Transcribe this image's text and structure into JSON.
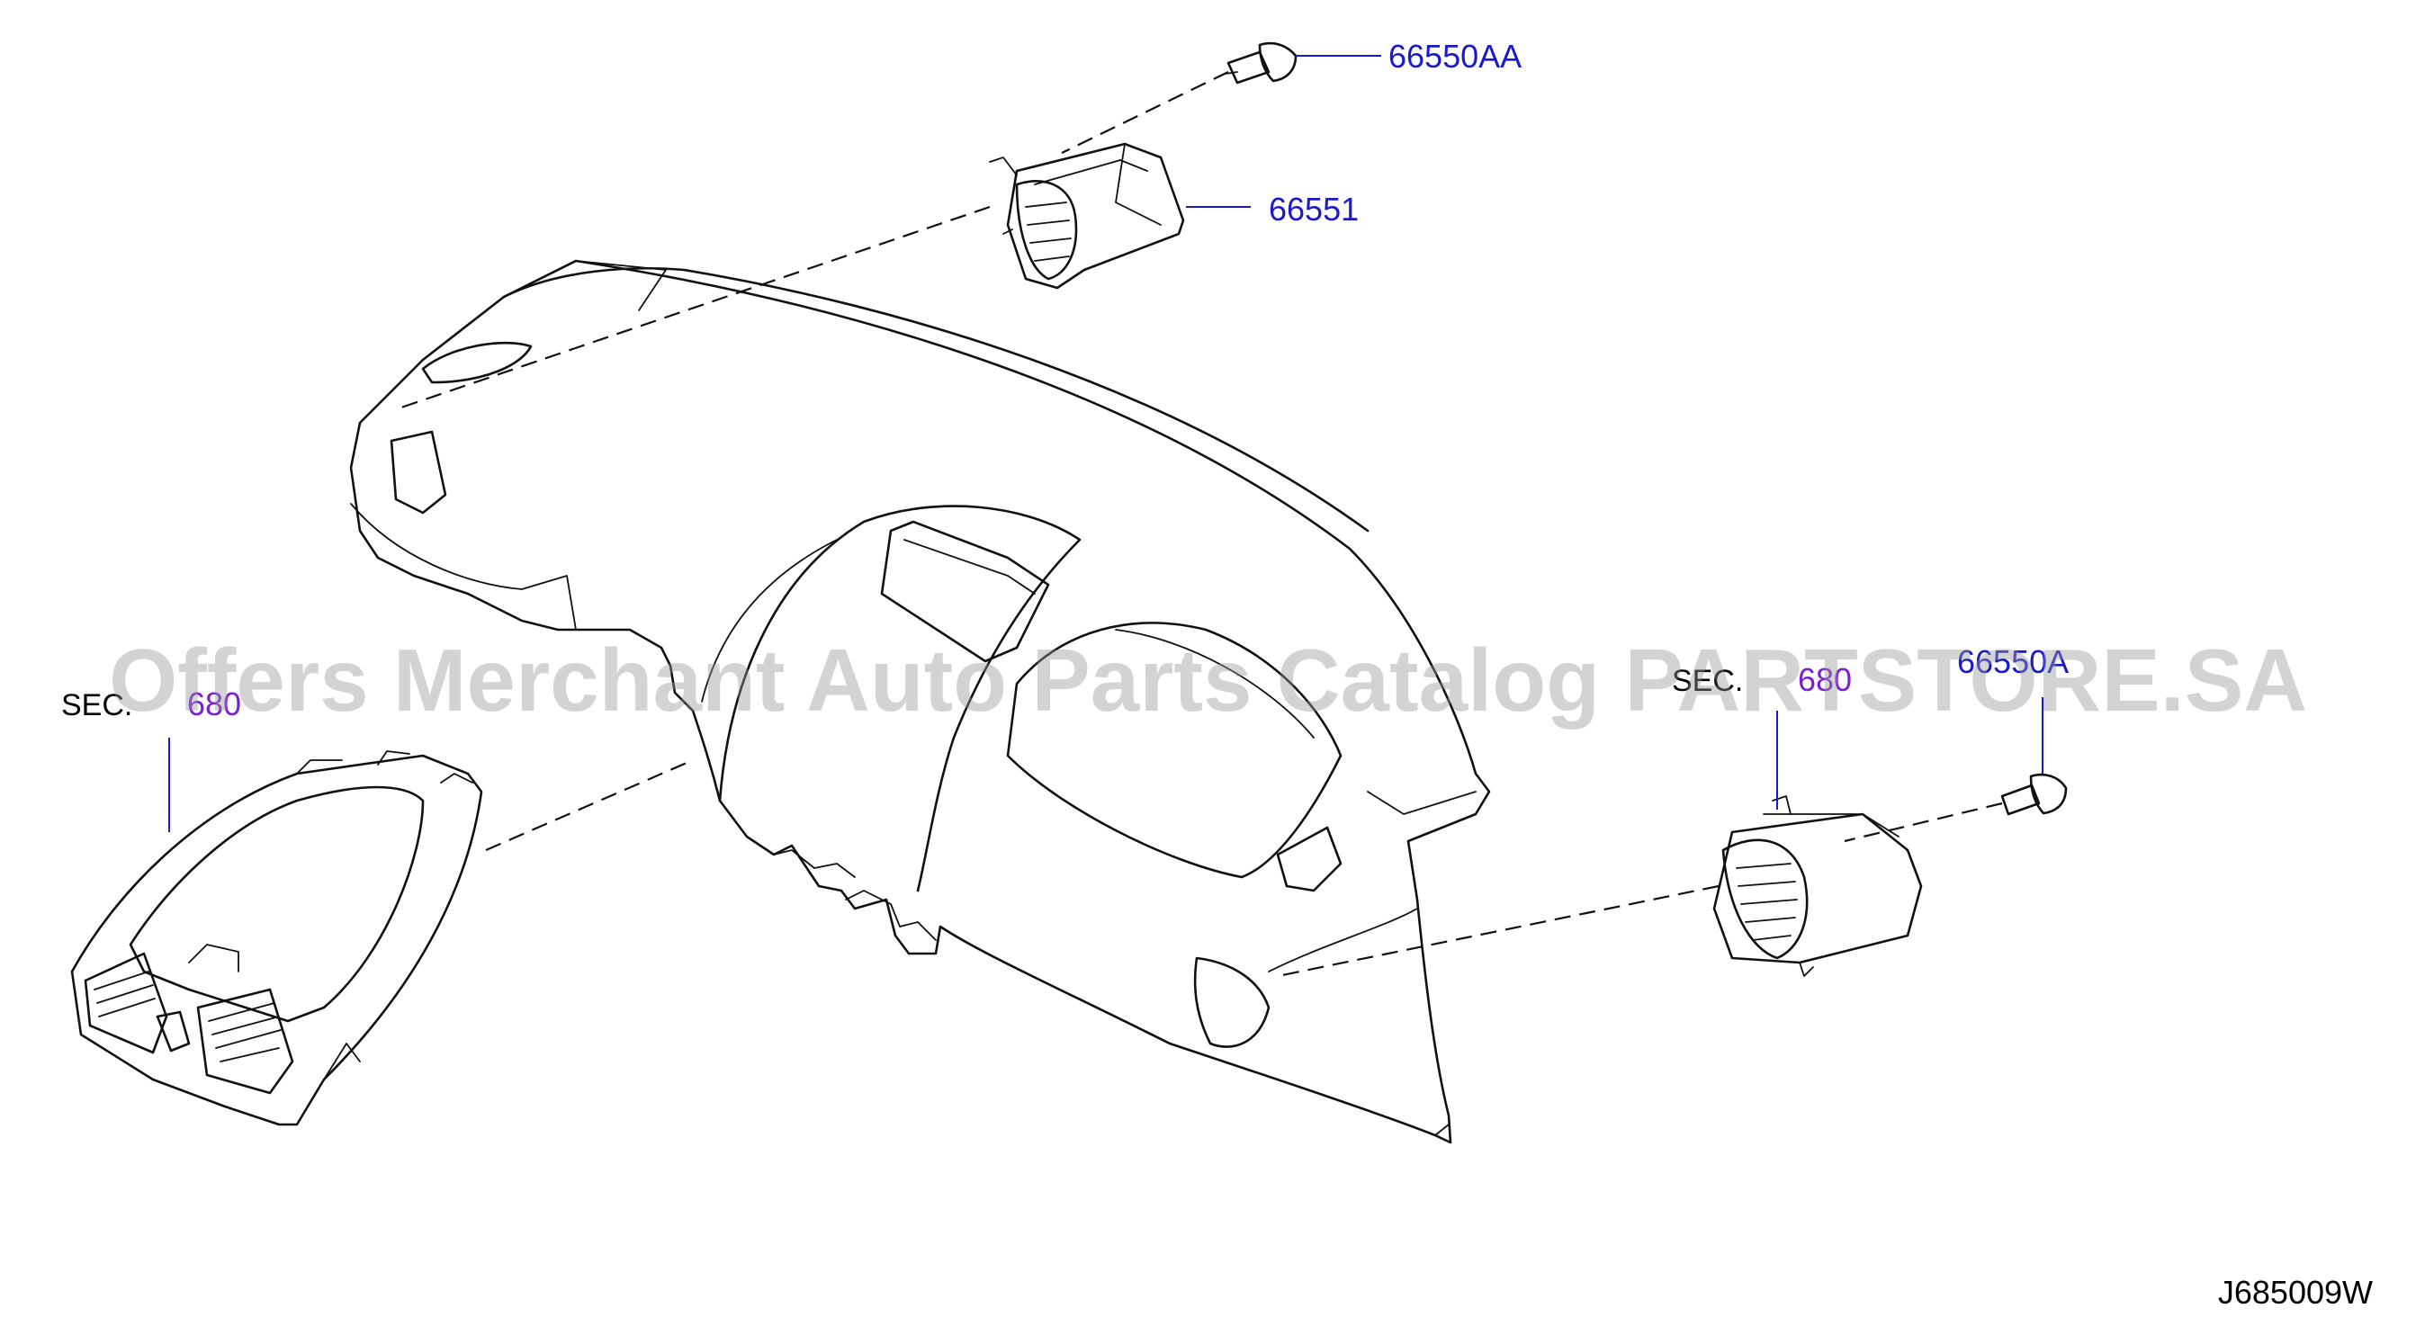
{
  "callouts": {
    "bolt_top": "66550AA",
    "vent_top": "66551",
    "bolt_right": "66550A",
    "sec_left_prefix": "SEC.",
    "sec_left_num": "680",
    "sec_right_prefix": "SEC.",
    "sec_right_num": "680"
  },
  "watermark": "Offers Merchant Auto Parts Catalog PARTSTORE.SA",
  "diagram_code": "J685009W",
  "colors": {
    "part_number": "#1a1acc",
    "section_number": "#7a1fd6",
    "line": "#111111",
    "watermark": "#969696"
  }
}
